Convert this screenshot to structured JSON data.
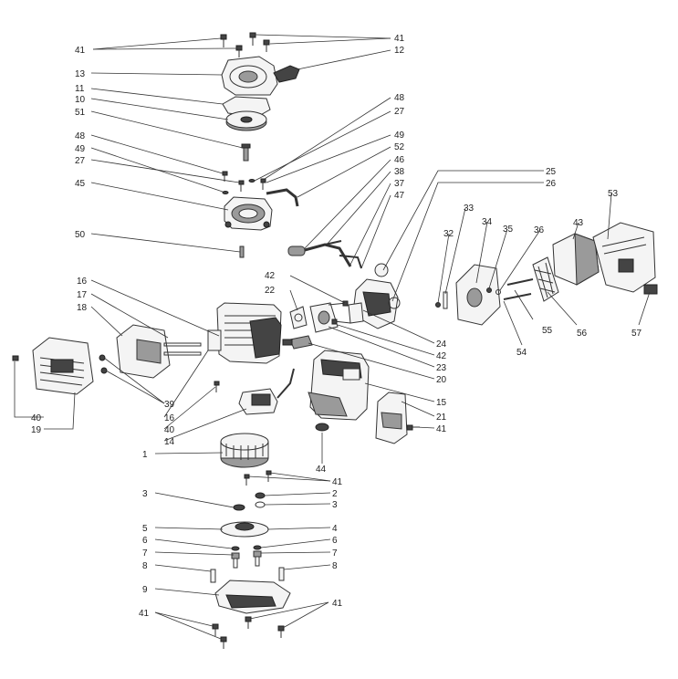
{
  "callouts": [
    {
      "id": "c41-tl",
      "label": "41"
    },
    {
      "id": "c41-tr",
      "label": "41"
    },
    {
      "id": "c12",
      "label": "12"
    },
    {
      "id": "c13",
      "label": "13"
    },
    {
      "id": "c11",
      "label": "11"
    },
    {
      "id": "c10",
      "label": "10"
    },
    {
      "id": "c51",
      "label": "51"
    },
    {
      "id": "c48-l",
      "label": "48"
    },
    {
      "id": "c49-l",
      "label": "49"
    },
    {
      "id": "c27-l",
      "label": "27"
    },
    {
      "id": "c45",
      "label": "45"
    },
    {
      "id": "c50",
      "label": "50"
    },
    {
      "id": "c48-r",
      "label": "48"
    },
    {
      "id": "c27-r",
      "label": "27"
    },
    {
      "id": "c49-r",
      "label": "49"
    },
    {
      "id": "c52",
      "label": "52"
    },
    {
      "id": "c46",
      "label": "46"
    },
    {
      "id": "c38",
      "label": "38"
    },
    {
      "id": "c37",
      "label": "37"
    },
    {
      "id": "c47",
      "label": "47"
    },
    {
      "id": "c25",
      "label": "25"
    },
    {
      "id": "c26",
      "label": "26"
    },
    {
      "id": "c33",
      "label": "33"
    },
    {
      "id": "c34",
      "label": "34"
    },
    {
      "id": "c32",
      "label": "32"
    },
    {
      "id": "c35",
      "label": "35"
    },
    {
      "id": "c36",
      "label": "36"
    },
    {
      "id": "c43",
      "label": "43"
    },
    {
      "id": "c53",
      "label": "53"
    },
    {
      "id": "c55",
      "label": "55"
    },
    {
      "id": "c56",
      "label": "56"
    },
    {
      "id": "c57",
      "label": "57"
    },
    {
      "id": "c54",
      "label": "54"
    },
    {
      "id": "c42-t",
      "label": "42"
    },
    {
      "id": "c22",
      "label": "22"
    },
    {
      "id": "c24",
      "label": "24"
    },
    {
      "id": "c42-b",
      "label": "42"
    },
    {
      "id": "c23",
      "label": "23"
    },
    {
      "id": "c20",
      "label": "20"
    },
    {
      "id": "c15",
      "label": "15"
    },
    {
      "id": "c21",
      "label": "21"
    },
    {
      "id": "c41-m",
      "label": "41"
    },
    {
      "id": "c16-t",
      "label": "16"
    },
    {
      "id": "c17",
      "label": "17"
    },
    {
      "id": "c18",
      "label": "18"
    },
    {
      "id": "c39",
      "label": "39"
    },
    {
      "id": "c16-b",
      "label": "16"
    },
    {
      "id": "c40-m",
      "label": "40"
    },
    {
      "id": "c14",
      "label": "14"
    },
    {
      "id": "c40-l",
      "label": "40"
    },
    {
      "id": "c19",
      "label": "19"
    },
    {
      "id": "c44",
      "label": "44"
    },
    {
      "id": "c1",
      "label": "1"
    },
    {
      "id": "c41-f",
      "label": "41"
    },
    {
      "id": "c3-l",
      "label": "3"
    },
    {
      "id": "c2",
      "label": "2"
    },
    {
      "id": "c3-r",
      "label": "3"
    },
    {
      "id": "c5",
      "label": "5"
    },
    {
      "id": "c4",
      "label": "4"
    },
    {
      "id": "c6-l",
      "label": "6"
    },
    {
      "id": "c6-r",
      "label": "6"
    },
    {
      "id": "c7-l",
      "label": "7"
    },
    {
      "id": "c7-r",
      "label": "7"
    },
    {
      "id": "c8-l",
      "label": "8"
    },
    {
      "id": "c8-r",
      "label": "8"
    },
    {
      "id": "c9",
      "label": "9"
    },
    {
      "id": "c41-bl",
      "label": "41"
    },
    {
      "id": "c41-br",
      "label": "41"
    }
  ]
}
